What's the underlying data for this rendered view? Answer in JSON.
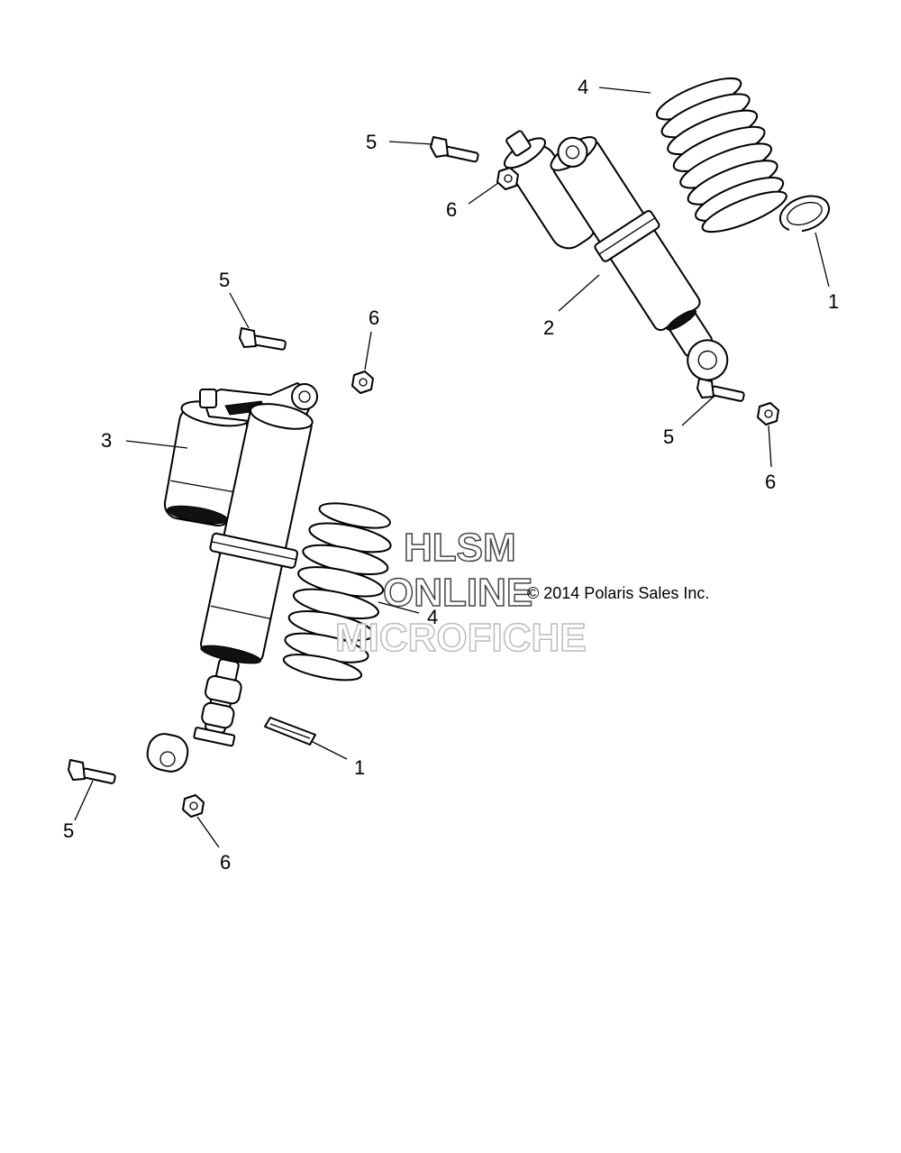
{
  "callouts": {
    "spring_top": "4",
    "bolt_top": "5",
    "nut_top": "6",
    "retainer_right": "1",
    "shock_front": "2",
    "bolt_left_upper": "5",
    "nut_left_upper": "6",
    "bolt_right": "5",
    "nut_right": "6",
    "shock_rear": "3",
    "spring_middle": "4",
    "retainer_lower": "1",
    "bolt_lower": "5",
    "nut_lower": "6"
  },
  "copyright": "© 2014 Polaris Sales Inc.",
  "watermark": {
    "line1": "HLSM",
    "line2": "ONLINE",
    "line3": "MICROFICHE"
  }
}
